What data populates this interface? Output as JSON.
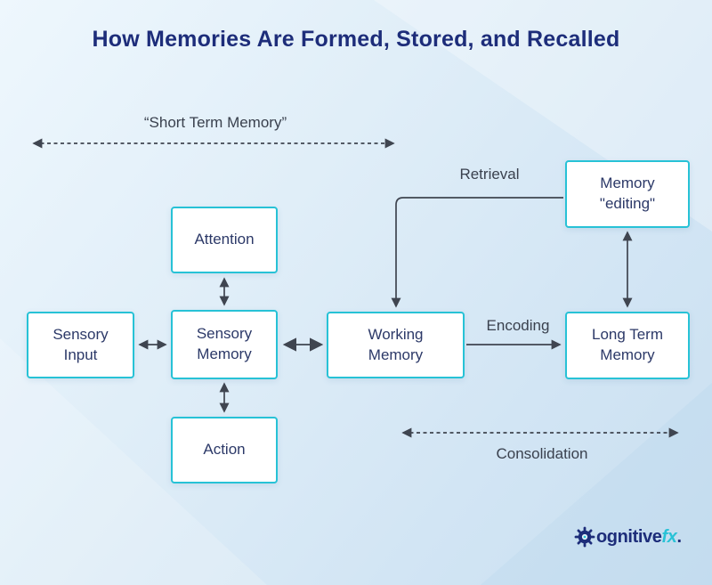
{
  "title": "How Memories Are Formed, Stored, and Recalled",
  "nodes": {
    "sensory_input": "Sensory\nInput",
    "attention": "Attention",
    "sensory_memory": "Sensory\nMemory",
    "action": "Action",
    "working_memory": "Working\nMemory",
    "memory_editing": "Memory\n\"editing\"",
    "long_term_memory": "Long Term\nMemory"
  },
  "labels": {
    "short_term_memory": "“Short Term Memory”",
    "retrieval": "Retrieval",
    "encoding": "Encoding",
    "consolidation": "Consolidation"
  },
  "logo": {
    "part1": "ognitive",
    "part2": "fx",
    "period": "."
  },
  "colors": {
    "accent_cyan": "#27c2d6",
    "navy": "#1d2d7a",
    "arrow": "#3f4550",
    "background": "#d9eaf7"
  }
}
